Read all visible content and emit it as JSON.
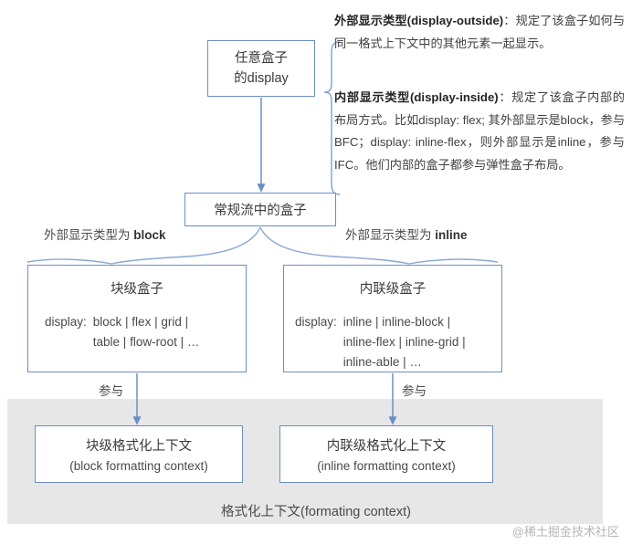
{
  "diagram": {
    "title": "CSS display box model diagram",
    "accent_color": "#6b8fc4",
    "band_color": "#e7e7e7",
    "nodes": {
      "any_display": "任意盒子\n的display",
      "any_display_line1": "任意盒子",
      "any_display_line2": "的display",
      "normal_flow": "常规流中的盒子",
      "block_level": {
        "title": "块级盒子",
        "decl_key": "display:",
        "decl_values": "block | flex | grid |\ntable | flow-root | …"
      },
      "inline_level": {
        "title": "内联级盒子",
        "decl_key": "display:",
        "decl_values": "inline | inline-block |\ninline-flex | inline-grid |\ninline-able | …"
      },
      "bfc": {
        "cn": "块级格式化上下文",
        "en": "(block formatting context)"
      },
      "ifc": {
        "cn": "内联级格式化上下文",
        "en": "(inline formatting context)"
      }
    },
    "edge_labels": {
      "outside_block_prefix": "外部显示类型为 ",
      "outside_block_value": "block",
      "outside_inline_prefix": "外部显示类型为 ",
      "outside_inline_value": "inline",
      "join_left": "参与",
      "join_right": "参与"
    },
    "band_caption": "格式化上下文(formating context)",
    "notes": {
      "outside": {
        "term": "外部显示类型(display-outside)",
        "body": "：规定了该盒子如何与同一格式上下文中的其他元素一起显示。"
      },
      "inside": {
        "term": "内部显示类型(display-inside)",
        "body": "：规定了该盒子内部的布局方式。比如display: flex; 其外部显示是block，参与 BFC；display: inline-flex，则外部显示是inline，参与IFC。他们内部的盒子都参与弹性盒子布局。"
      }
    },
    "watermark": "@稀土掘金技术社区"
  }
}
